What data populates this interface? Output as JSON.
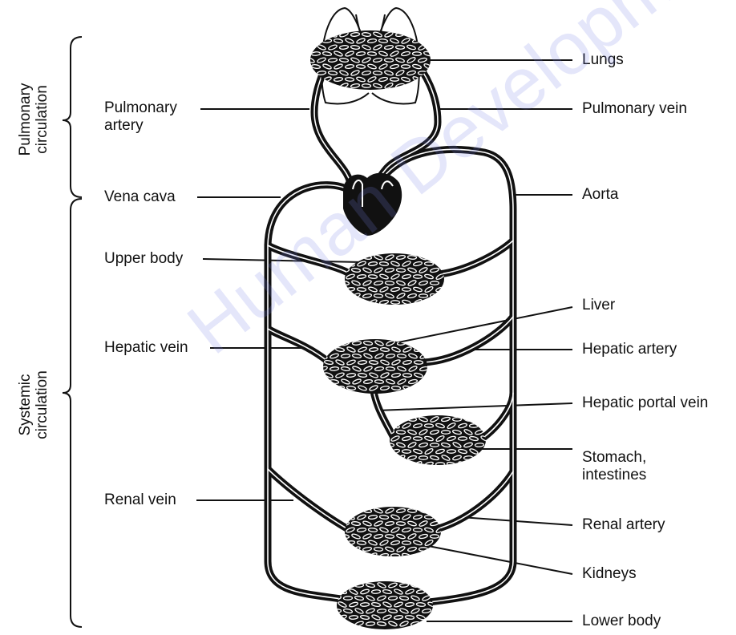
{
  "diagram": {
    "side_labels": {
      "pulmonary": [
        "Pulmonary",
        "circulation"
      ],
      "systemic": [
        "Systemic",
        "circulation"
      ]
    },
    "labels": {
      "lungs": "Lungs",
      "pulmonary_artery": [
        "Pulmonary",
        "artery"
      ],
      "pulmonary_vein": "Pulmonary vein",
      "vena_cava": "Vena cava",
      "aorta": "Aorta",
      "upper_body": "Upper body",
      "liver": "Liver",
      "hepatic_vein": "Hepatic vein",
      "hepatic_artery": "Hepatic artery",
      "hepatic_portal_vein": "Hepatic portal vein",
      "stomach_intestines": [
        "Stomach,",
        "intestines"
      ],
      "renal_vein": "Renal vein",
      "renal_artery": "Renal artery",
      "kidneys": "Kidneys",
      "lower_body": "Lower body"
    },
    "watermark": "Human Development Co",
    "colors": {
      "ink": "#111111",
      "vessel_highlight": "#ffffff",
      "watermark": "#7882e6"
    }
  }
}
